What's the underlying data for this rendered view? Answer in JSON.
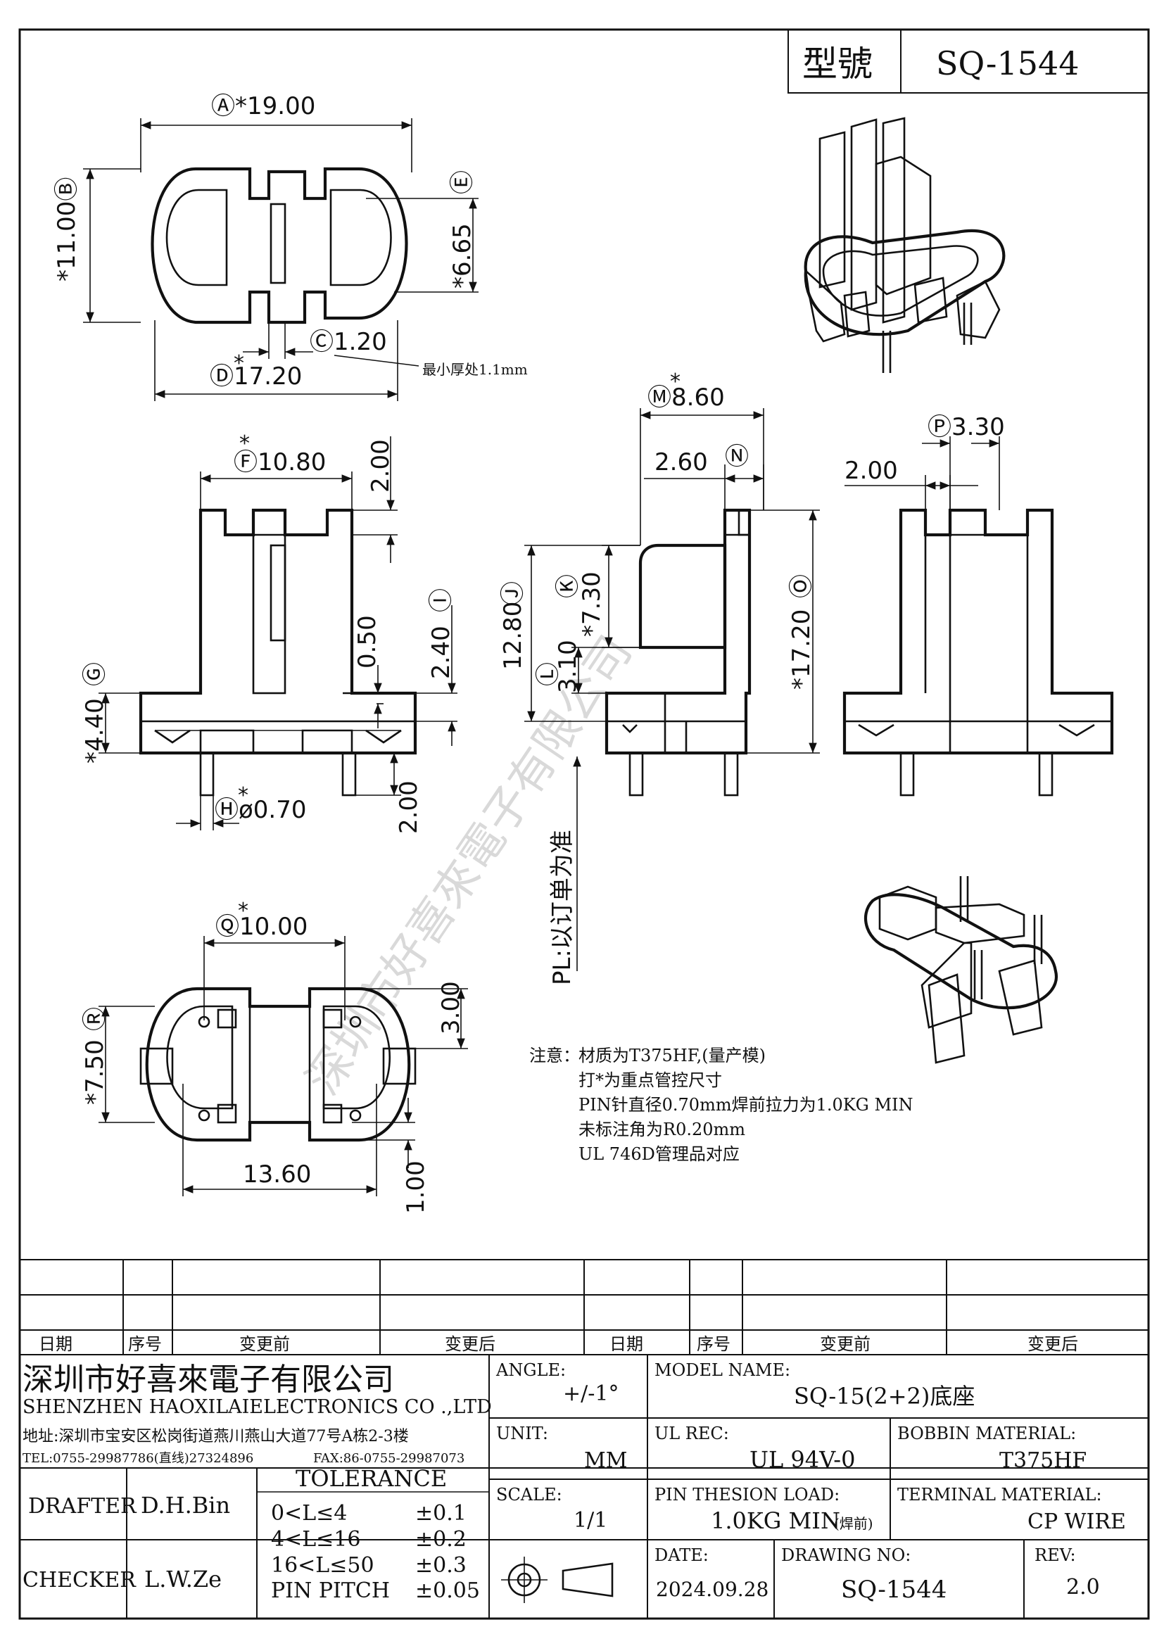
{
  "title_block": {
    "label": "型號",
    "value": "SQ-1544"
  },
  "dims": {
    "A": "Ⓐ*19.00",
    "B": "*11.00Ⓑ",
    "C": "Ⓒ1.20",
    "D": "Ⓓ17.20",
    "D_star": "*",
    "E_val": "*6.65",
    "E_mark": "Ⓔ",
    "min_thickness": "最小厚处1.1mm",
    "F": "Ⓕ10.80",
    "F_star": "*",
    "top_2": "2.00",
    "v_050": "0.50",
    "v_240": "2.40",
    "I_mark": "Ⓘ",
    "G_mark": "Ⓖ",
    "G_val": "*4.40",
    "H": "Ⓗø0.70",
    "H_star": "*",
    "bottom_2": "2.00",
    "M": "Ⓜ8.60",
    "M_star": "*",
    "N_val": "2.60",
    "N_mark": "Ⓝ",
    "J_val": "12.80",
    "J_mark": "Ⓙ",
    "K_mark": "Ⓚ",
    "K_val": "*7.30",
    "L_mark": "Ⓛ",
    "L_val": "3.10",
    "O_val": "*17.20",
    "O_mark": "Ⓞ",
    "P": "Ⓟ3.30",
    "right_2": "2.00",
    "Q": "Ⓠ10.00",
    "Q_star": "*",
    "R_mark": "Ⓡ",
    "R_val": "*7.50",
    "v_300": "3.00",
    "w_1360": "13.60",
    "v_100": "1.00",
    "pl_note": "PL:以订单为准"
  },
  "notes": {
    "title": "注意：",
    "lines": [
      "材质为T375HF,(量产模)",
      "打*为重点管控尺寸",
      "PIN针直径0.70mm焊前拉力为1.0KG MIN",
      "未标注角为R0.20mm",
      "UL  746D管理品对应"
    ]
  },
  "watermark": "深圳市好喜來電子有限公司",
  "revision_table": {
    "headers": [
      "日期",
      "序号",
      "变更前",
      "变更后",
      "日期",
      "序号",
      "变更前",
      "变更后"
    ]
  },
  "company": {
    "name_cn": "深圳市好喜來電子有限公司",
    "name_en": "SHENZHEN HAOXILAIELECTRONICS CO .,LTD",
    "address": "地址:深圳市宝安区松岗街道燕川燕山大道77号A栋2-3楼",
    "tel": "TEL:0755-29987786(直线)27324896",
    "fax": "FAX:86-0755-29987073"
  },
  "info": {
    "angle_label": "ANGLE:",
    "angle_value": "+/-1°",
    "model_label": "MODEL NAME:",
    "model_value": "SQ-15(2+2)底座",
    "unit_label": "UNIT:",
    "unit_value": "MM",
    "ulrec_label": "UL REC:",
    "ulrec_value": "UL 94V-0",
    "bobbin_label": "BOBBIN MATERIAL:",
    "bobbin_value": "T375HF",
    "scale_label": "SCALE:",
    "scale_value": "1/1",
    "pin_label": "PIN THESION LOAD:",
    "pin_value": "1.0KG MIN",
    "pin_note": "(焊前)",
    "terminal_label": "TERMINAL MATERIAL:",
    "terminal_value": "CP WIRE",
    "date_label": "DATE:",
    "date_value": "2024.09.28",
    "drawing_label": "DRAWING NO:",
    "drawing_value": "SQ-1544",
    "rev_label": "REV:",
    "rev_value": "2.0",
    "drafter_label": "DRAFTER",
    "drafter_value": "D.H.Bin",
    "checker_label": "CHECKER",
    "checker_value": "L.W.Ze",
    "tolerance_title": "TOLERANCE",
    "tolerance": [
      {
        "range": "0<L≤4",
        "value": "±0.1"
      },
      {
        "range": "4<L≤16",
        "value": "±0.2"
      },
      {
        "range": "16<L≤50",
        "value": "±0.3"
      },
      {
        "range": "PIN PITCH",
        "value": "±0.05"
      }
    ]
  }
}
